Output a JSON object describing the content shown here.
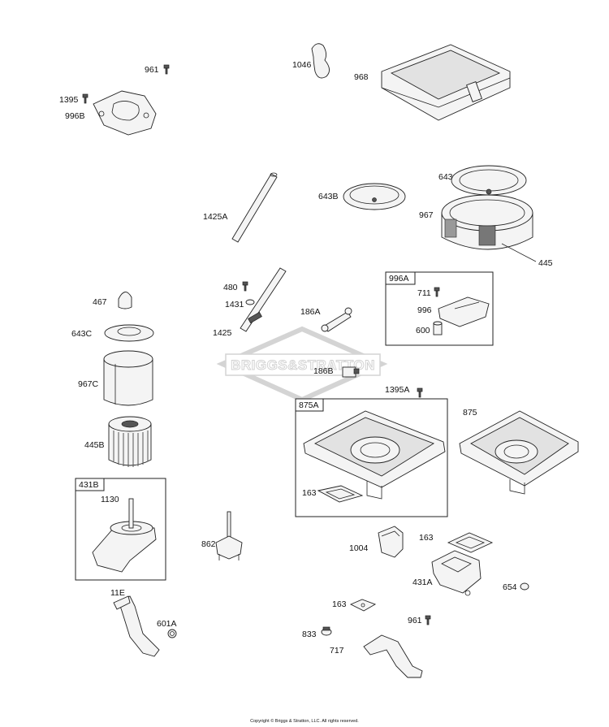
{
  "watermark": {
    "text": "BRIGGS&STRATTON"
  },
  "copyright": "Copyright © Briggs & Stratton, LLC. All rights reserved.",
  "boxes": {
    "box_996A": "996A",
    "box_875A": "875A",
    "box_431B": "431B"
  },
  "labels": {
    "p961a": "961",
    "p1395": "1395",
    "p996B": "996B",
    "p1046": "1046",
    "p968": "968",
    "p643": "643",
    "p643B": "643B",
    "p967": "967",
    "p445": "445",
    "p1425A": "1425A",
    "p480": "480",
    "p1431": "1431",
    "p1425": "1425",
    "p186A": "186A",
    "p711": "711",
    "p996": "996",
    "p600": "600",
    "p467": "467",
    "p643C": "643C",
    "p967C": "967C",
    "p445B": "445B",
    "p186B": "186B",
    "p1395A": "1395A",
    "p875": "875",
    "p163a": "163",
    "p1130": "1130",
    "p862": "862",
    "p1004": "1004",
    "p163b": "163",
    "p431A": "431A",
    "p654": "654",
    "p11E": "11E",
    "p163c": "163",
    "p601A": "601A",
    "p961b": "961",
    "p833": "833",
    "p717": "717"
  }
}
